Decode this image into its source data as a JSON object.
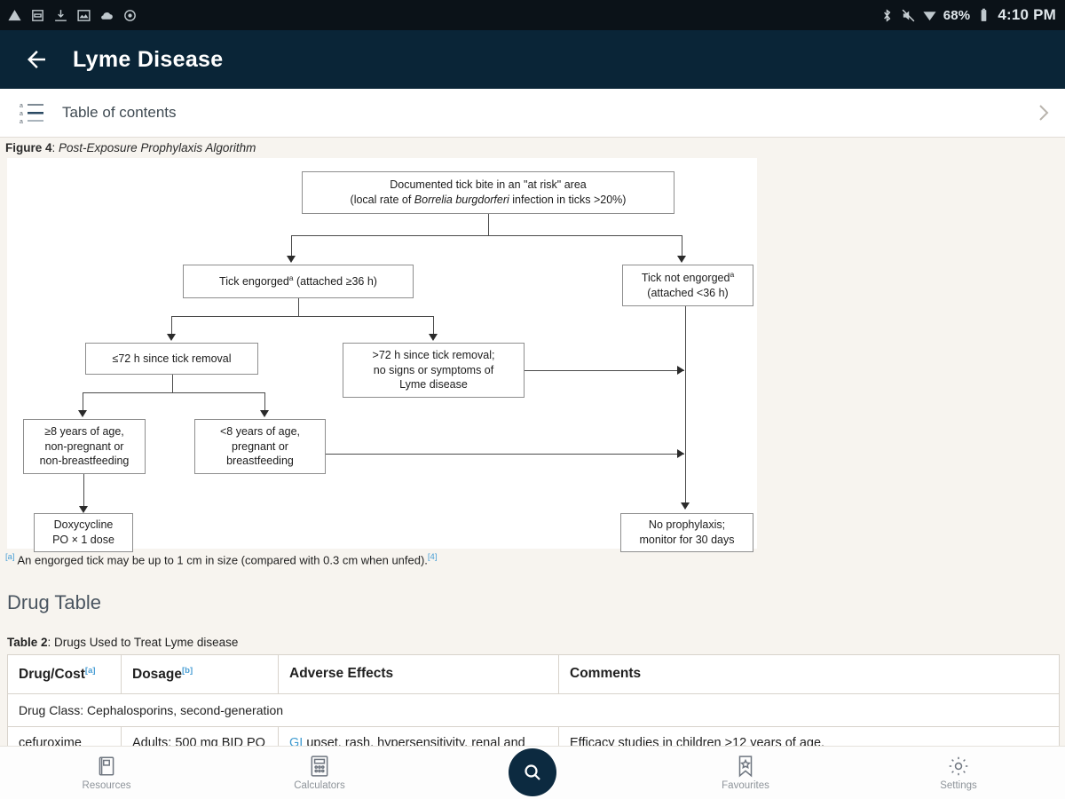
{
  "statusbar": {
    "left_icons": [
      "warning-icon",
      "sd-card-icon",
      "download-icon",
      "screenshot-icon",
      "cloud-icon",
      "settings-sync-icon"
    ],
    "bluetooth_icon": "bluetooth-icon",
    "mute_icon": "volume-mute-icon",
    "signal_icon": "wifi-signal-icon",
    "battery_percent": "68%",
    "battery_icon": "battery-icon",
    "time": "4:10 PM"
  },
  "appbar": {
    "back_icon": "back-arrow-icon",
    "title": "Lyme Disease"
  },
  "toc": {
    "icon": "table-of-contents-icon",
    "label": "Table of contents",
    "chevron": "chevron-right-icon"
  },
  "figure": {
    "caption_label": "Figure 4",
    "caption_sep": ": ",
    "caption_text": "Post-Exposure Prophylaxis Algorithm",
    "nodes": {
      "root_line1": "Documented tick bite in an \"at risk\" area",
      "root_line2_a": "(local rate of ",
      "root_line2_i": "Borrelia burgdorferi",
      "root_line2_b": " infection in ticks >20%)",
      "engorged": "Tick engorged",
      "engorged_sup": "a",
      "engorged_tail": " (attached ≥36 h)",
      "not_engorged_l1": "Tick not engorged",
      "not_engorged_sup": "a",
      "not_engorged_l2": "(attached <36 h)",
      "le72": "≤72 h since tick removal",
      "gt72_l1": ">72 h since tick removal;",
      "gt72_l2": "no signs or symptoms of",
      "gt72_l3": "Lyme disease",
      "age_ge8_l1": "≥8 years of age,",
      "age_ge8_l2": "non-pregnant or",
      "age_ge8_l3": "non-breastfeeding",
      "age_lt8_l1": "<8 years of age,",
      "age_lt8_l2": "pregnant or",
      "age_lt8_l3": "breastfeeding",
      "doxy_l1": "Doxycycline",
      "doxy_l2": "PO × 1 dose",
      "noproph_l1": "No prophylaxis;",
      "noproph_l2": "monitor for 30 days"
    },
    "footnote_marker": "[a]",
    "footnote_text": "An engorged tick may be up to 1 cm in size (compared with 0.3 cm when unfed).",
    "footnote_ref": "[4]"
  },
  "drug_section": {
    "heading": "Drug Table",
    "table_caption_label": "Table 2",
    "table_caption_sep": ": ",
    "table_caption_text": "Drugs Used to Treat Lyme disease",
    "columns": [
      {
        "label": "Drug/Cost",
        "sup": "[a]"
      },
      {
        "label": "Dosage",
        "sup": "[b]"
      },
      {
        "label": "Adverse Effects",
        "sup": ""
      },
      {
        "label": "Comments",
        "sup": ""
      }
    ],
    "group_row": "Drug Class: Cephalosporins, second-generation",
    "rows": [
      {
        "drug": "cefuroxime",
        "dosage": "Adults: 500 mg BID PO",
        "adverse_link": "GI",
        "adverse_rest": " upset, rash, hypersensitivity, renal and hepatic dysfunction",
        "comments": "Efficacy studies in children >12 years of age."
      }
    ]
  },
  "bottomnav": {
    "items": [
      {
        "label": "Resources",
        "icon": "book-icon"
      },
      {
        "label": "Calculators",
        "icon": "calculator-icon"
      },
      {
        "label": "Favourites",
        "icon": "bookmark-star-icon"
      },
      {
        "label": "Settings",
        "icon": "gear-icon"
      }
    ],
    "fab_icon": "search-icon"
  },
  "colors": {
    "statusbar_bg": "#0b1218",
    "appbar_bg": "#0a2537",
    "page_bg": "#f7f4ef",
    "link": "#3f9ad0",
    "fab_bg": "#0c2a40"
  }
}
